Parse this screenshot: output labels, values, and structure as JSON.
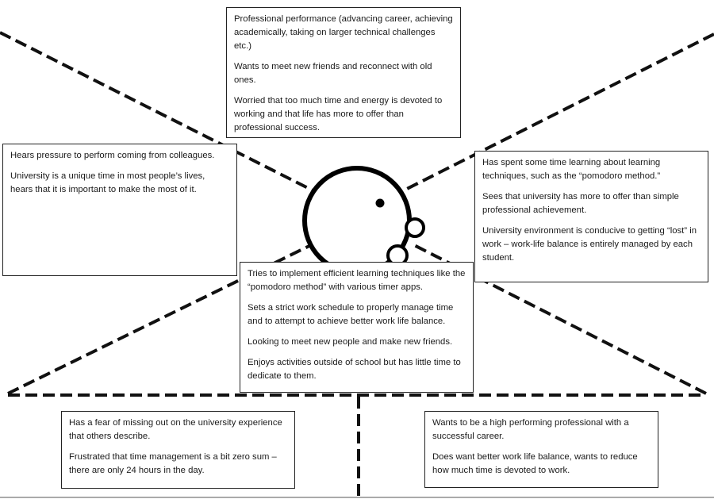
{
  "think_feel": {
    "items": [
      "Professional performance (advancing career, achieving academically, taking on larger technical challenges etc.)",
      "Wants to meet new friends and reconnect with old ones.",
      "Worried that too much time and energy is devoted to working and that life has more to offer than professional success."
    ]
  },
  "hear": {
    "items": [
      "Hears pressure to perform coming from colleagues.",
      "University is a unique time in most people’s lives, hears that it is important to make the most of it."
    ]
  },
  "see": {
    "items": [
      "Has spent some time learning about learning techniques, such as the “pomodoro method.”",
      "Sees that university has more to offer than simple professional achievement.",
      "University environment is conducive to getting “lost” in work – work-life balance is entirely managed by each student."
    ]
  },
  "say_do": {
    "items": [
      "Tries to implement efficient learning techniques like the “pomodoro method” with various timer apps.",
      "Sets a strict work schedule to properly manage time and to attempt to achieve better work life balance.",
      "Looking to meet new people and make new friends.",
      "Enjoys activities outside of school but has little time to dedicate to them."
    ]
  },
  "pain": {
    "items": [
      "Has a fear of missing out on the university experience that others describe.",
      "Frustrated that time management is a bit zero sum – there are only 24 hours in the day."
    ]
  },
  "gain": {
    "items": [
      "Wants to be a high performing professional with a successful career.",
      "Does want better work life balance, wants to reduce how much time is devoted to work."
    ]
  }
}
